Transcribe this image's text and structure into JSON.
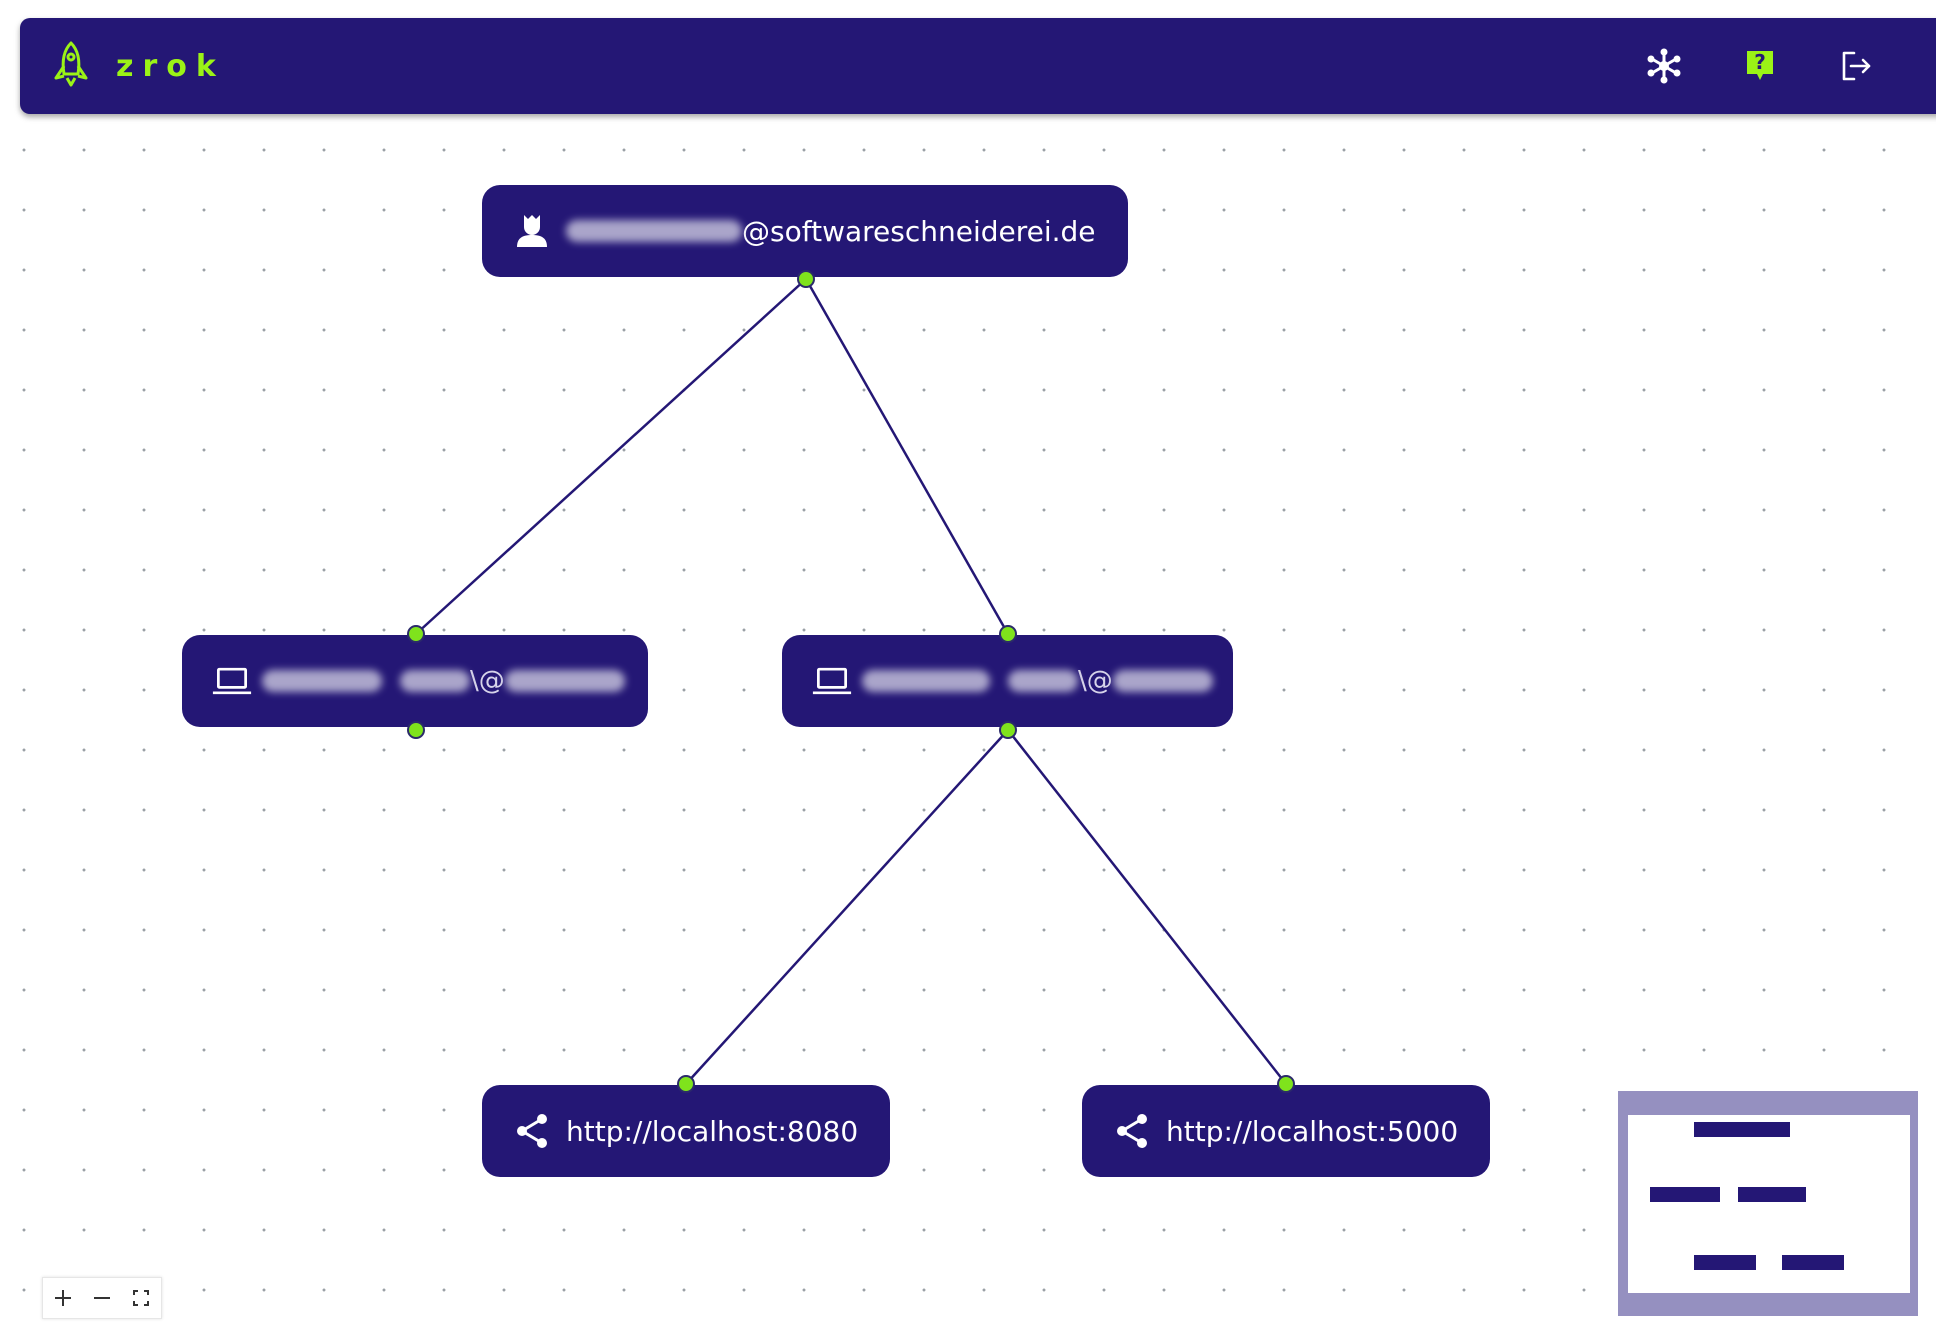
{
  "app": {
    "name": "zrok",
    "brand_color": "#9bf316",
    "nav_color": "#241775"
  },
  "navbar": {
    "icons": [
      "rocket-icon",
      "network-icon",
      "help-icon",
      "logout-icon"
    ]
  },
  "graph": {
    "account": {
      "label": "@softwareschneiderei.de",
      "icon": "user-icon"
    },
    "environments": [
      {
        "label": "\\@",
        "icon": "laptop-icon"
      },
      {
        "label": "\\@",
        "icon": "laptop-icon"
      }
    ],
    "shares": [
      {
        "label": "http://localhost:8080",
        "icon": "share-icon"
      },
      {
        "label": "http://localhost:5000",
        "icon": "share-icon"
      }
    ],
    "handle_color": "#7fe31c",
    "edge_color": "#241775"
  },
  "controls": [
    "zoom-in",
    "zoom-out",
    "fit-view"
  ]
}
